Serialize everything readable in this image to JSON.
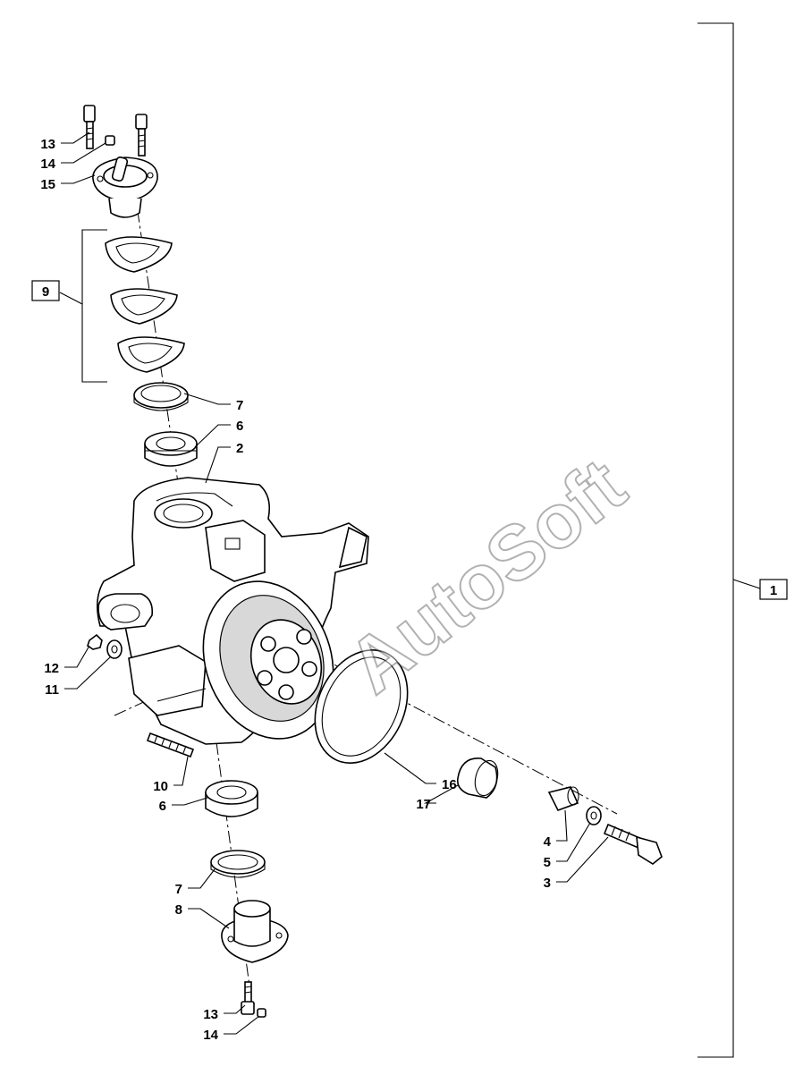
{
  "assembly_label": "1",
  "group_label": "9",
  "callouts": {
    "c13_top": "13",
    "c14_top": "14",
    "c15": "15",
    "c7_top": "7",
    "c6_top": "6",
    "c2": "2",
    "c12": "12",
    "c11": "11",
    "c10": "10",
    "c6_bottom": "6",
    "c7_bottom": "7",
    "c8": "8",
    "c13_bottom": "13",
    "c14_bottom": "14",
    "c16": "16",
    "c17": "17",
    "c4": "4",
    "c5": "5",
    "c3": "3"
  },
  "watermark": "AutoSoft"
}
